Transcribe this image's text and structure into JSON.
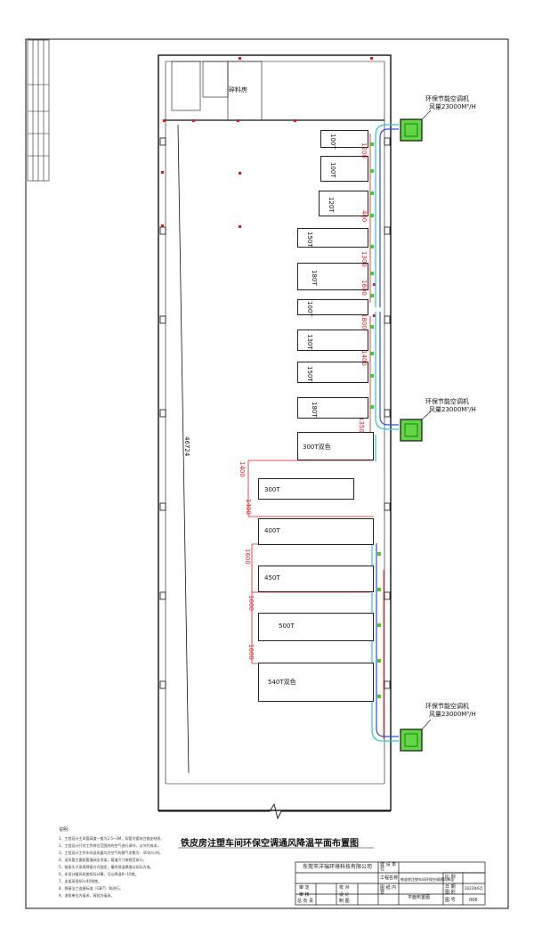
{
  "title": "铁皮房注塑车间环保空调通风降温平面布置图",
  "room_label": "碎料房",
  "total_length": "46724",
  "ac_units": [
    {
      "name": "环保节能空调机",
      "airflow": "风量23000M³/H"
    },
    {
      "name": "环保节能空调机",
      "airflow": "风量23000M³/H"
    },
    {
      "name": "环保节能空调机",
      "airflow": "风量23000M³/H"
    }
  ],
  "machines": [
    {
      "label": "100T"
    },
    {
      "label": "100T"
    },
    {
      "label": "120T"
    },
    {
      "label": "150T"
    },
    {
      "label": "180T"
    },
    {
      "label": "100T"
    },
    {
      "label": "130T"
    },
    {
      "label": "150T"
    },
    {
      "label": "180T"
    },
    {
      "label": "300T双色"
    },
    {
      "label": "300T"
    },
    {
      "label": "400T"
    },
    {
      "label": "450T"
    },
    {
      "label": "500T"
    },
    {
      "label": "540T双色"
    }
  ],
  "dims": {
    "d1400a": "1400",
    "d1400b": "1400",
    "d1600a": "1600",
    "d1600b": "1600",
    "d1600c": "1600",
    "s1200": "1200",
    "s1300": "1300",
    "s1800": "1800",
    "s1400": "1400",
    "s1350": "1350",
    "s400": "400",
    "s1600": "1600"
  },
  "notes": {
    "heading": "说明:",
    "items": [
      "1、工程设计主风管高度一般为2.5~3M，风管为镀锌白铁皮材质。",
      "2、工程设计只对工作岗位范围内的空气进行调节，以节约成本。",
      "3、工程设计工作车间送风量均为空气的换气次数为：40次/小时。",
      "4、送风管主要配管道阀支吊架，管道尺寸按规范执行。",
      "5、链条头子采用焊接方式固定，最终保温厚度以实际为准。",
      "6、本设计暖风机按实际计算，可以降温8~10度。",
      "7、支架采用60×40角铁。",
      "8、焊接法兰连接标准（GB/T）和进行。",
      "9、流程单位为毫米，高程为毫米。"
    ]
  },
  "title_block": {
    "company": "东莞市洋瑞环境科技有限公司",
    "build_unit_label": "建 设 单 位",
    "project_label": "工程名称",
    "project_value": "铁皮房注塑车间环保空调通风降温",
    "scale_label": "比 例",
    "date_label": "日 期",
    "date_value": "2022年6月",
    "checked_label": "审 定",
    "reviewed_label": "审 核",
    "chief_label": "总 负 责",
    "proof_label": "校 对",
    "design_label": "设 计",
    "draw_label": "制 图",
    "drawing_label": "图 纸 内 容",
    "drawing_value": "平面布置图",
    "sheet_label": "图 别",
    "number_label": "图 号",
    "number_value": "006"
  }
}
